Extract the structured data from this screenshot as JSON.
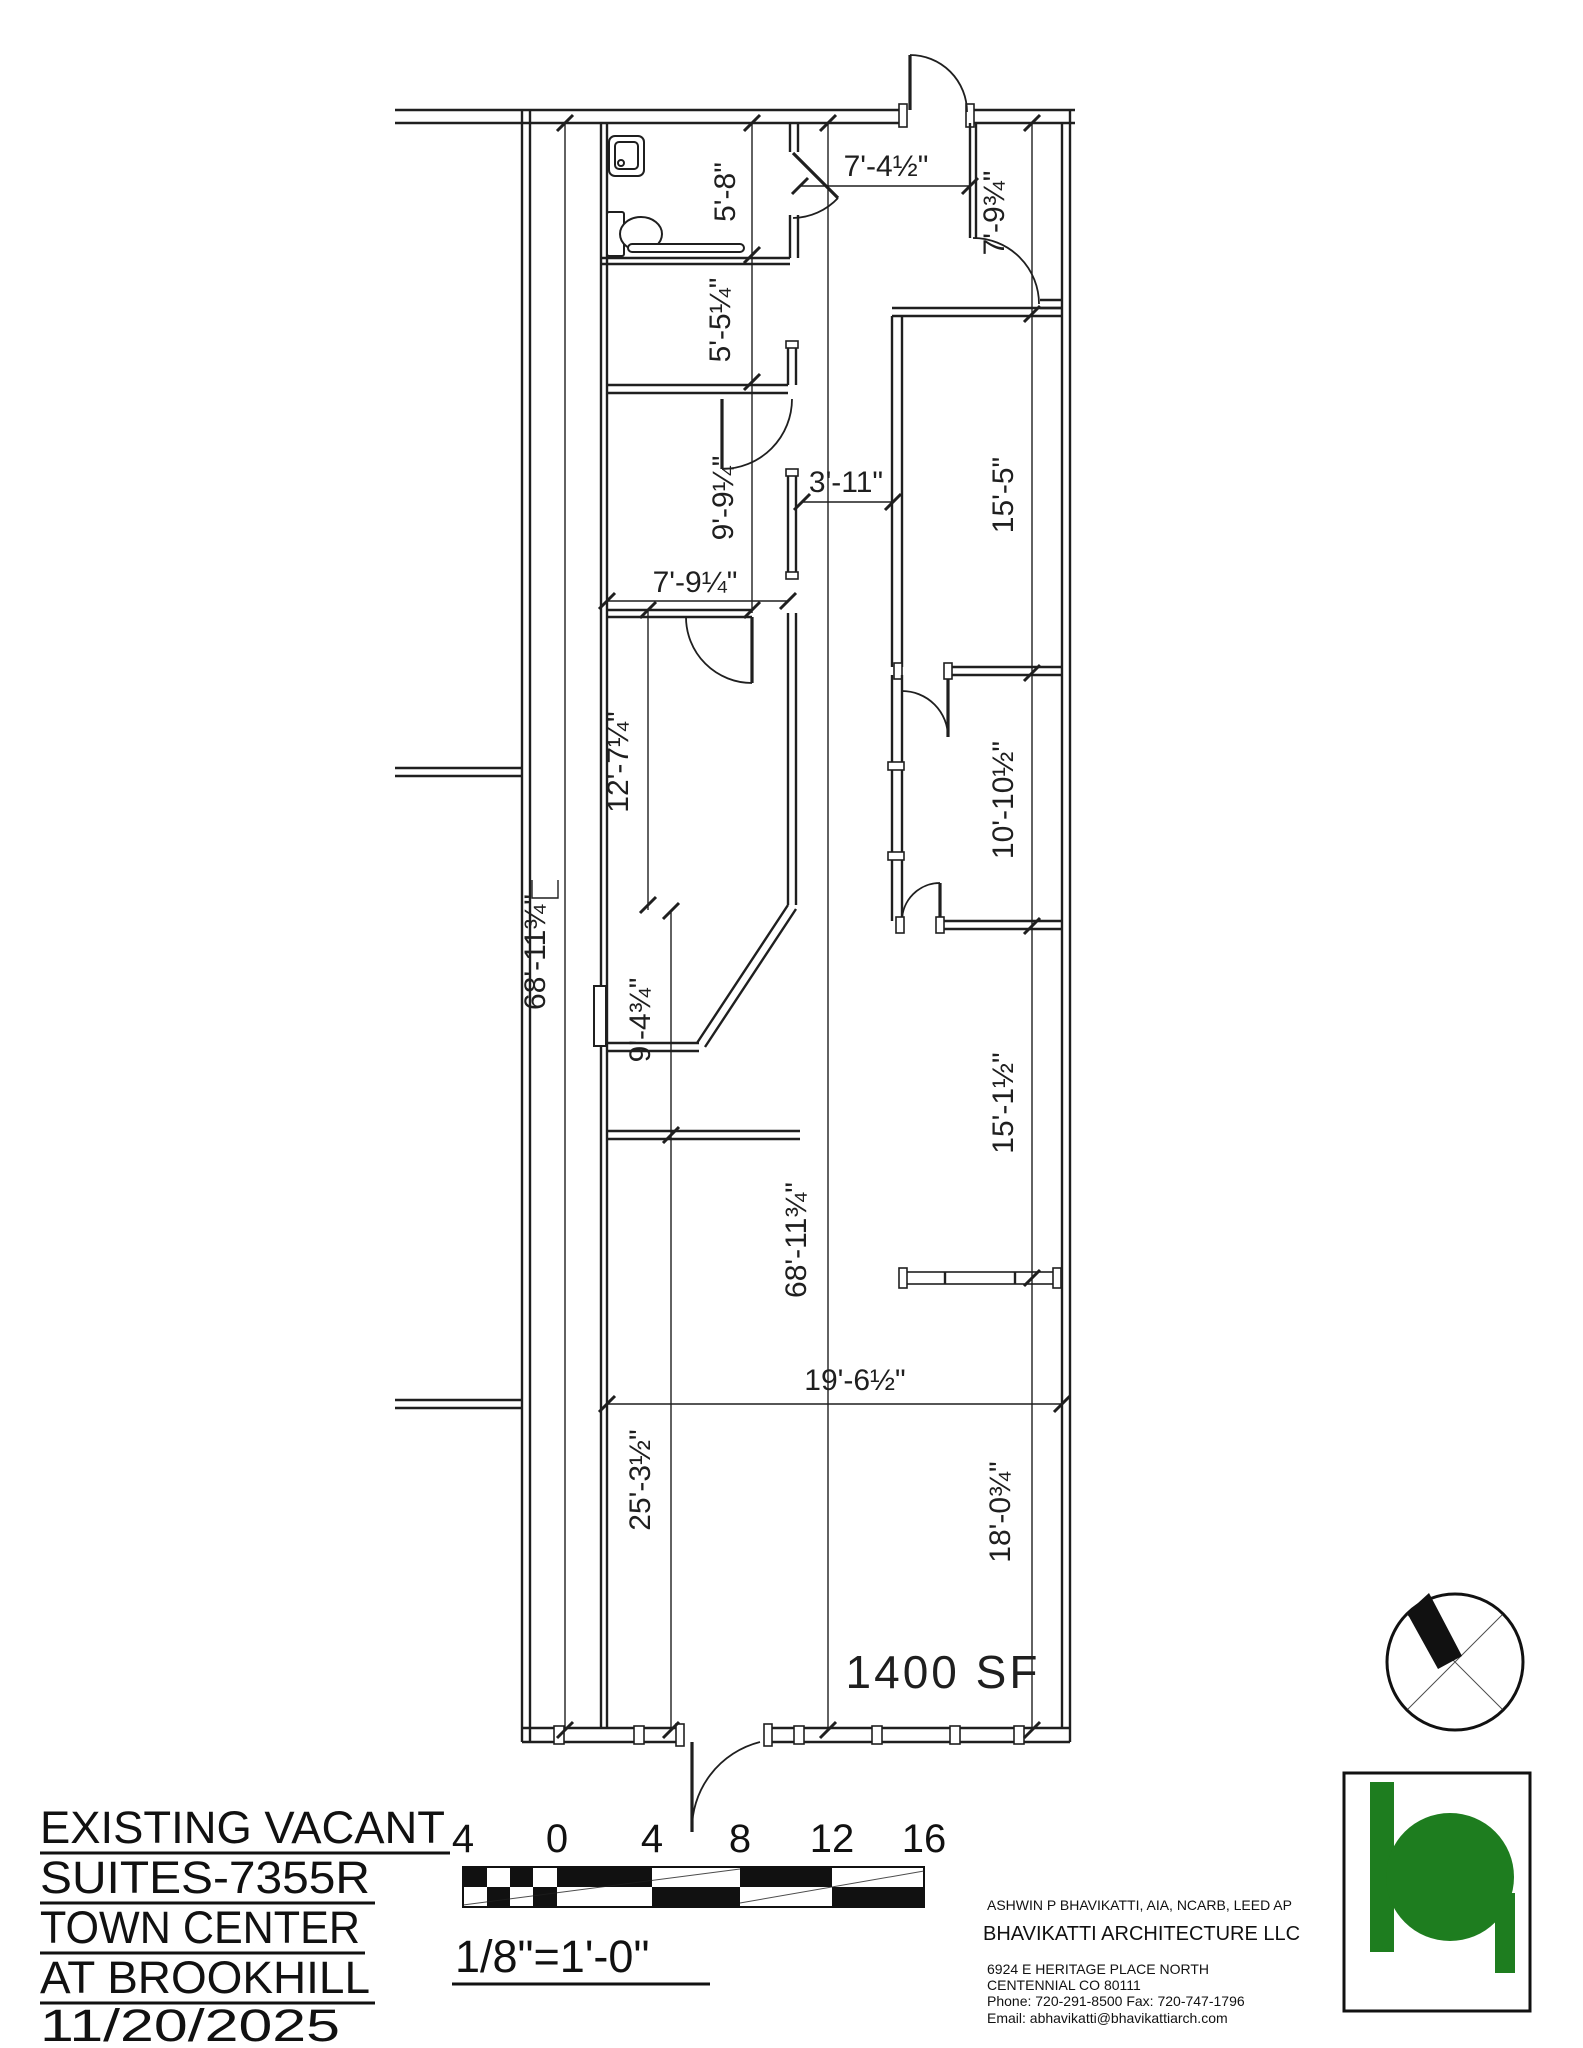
{
  "title_block": {
    "line1": "EXISTING VACANT",
    "line2": "SUITES-7355R",
    "line3": "TOWN CENTER",
    "line4": "AT BROOKHILL",
    "date": "11/20/2025"
  },
  "scale_bar": {
    "tick_labels": [
      "4",
      "0",
      "4",
      "8",
      "12",
      "16"
    ],
    "scale_note": "1/8\"=1'-0\""
  },
  "architect": {
    "credentials_line": "ASHWIN P BHAVIKATTI, AIA, NCARB, LEED AP",
    "firm": "BHAVIKATTI ARCHITECTURE LLC",
    "address_line1": "6924 E HERITAGE PLACE NORTH",
    "address_line2": "CENTENNIAL CO 80111",
    "phone_fax": "Phone: 720-291-8500 Fax:  720-747-1796",
    "email_line": "Email:  abhavikatti@bhavikattiarch.com"
  },
  "plan": {
    "area_label": "1400 SF",
    "dimensions": {
      "dim_5_8": "5'-8\"",
      "dim_7_4h": "7'-4½\"",
      "dim_7_9tq": "7'-9¾\"",
      "dim_5_5q": "5'-5¼\"",
      "dim_9_9q": "9'-9¼\"",
      "dim_3_11": "3'-11\"",
      "dim_15_5": "15'-5\"",
      "dim_7_9q": "7'-9¼\"",
      "dim_12_7q": "12'-7¼\"",
      "dim_68_left": "68'-11¾\"",
      "dim_68_center": "68'-11¾\"",
      "dim_10_10h": "10'-10½\"",
      "dim_9_4tq": "9'-4¾\"",
      "dim_15_1h": "15'-1½\"",
      "dim_19_6h": "19'-6½\"",
      "dim_25_3h": "25'-3½\"",
      "dim_18_0tq": "18'-0¾\""
    }
  },
  "colors": {
    "line": "#1f1f1f",
    "logo_green": "#1e7d1f",
    "background": "#ffffff"
  }
}
